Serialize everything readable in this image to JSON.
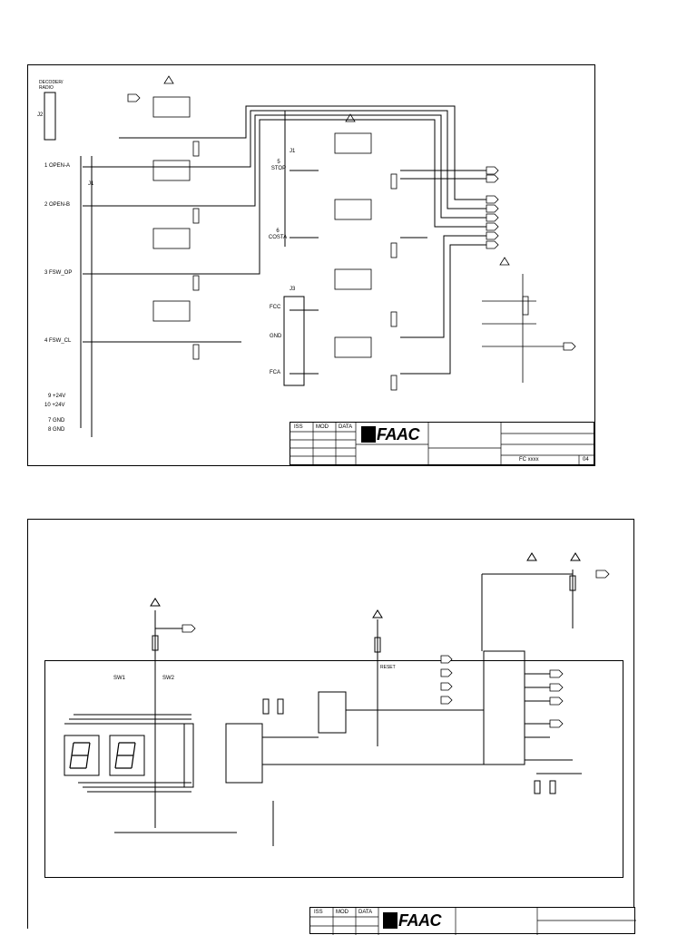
{
  "sheet1": {
    "connectors": {
      "j2": "J2",
      "j1": "J1",
      "j3": "J3",
      "decoder": "DECODER/ RADIO"
    },
    "inputs_left": [
      {
        "num": "1",
        "name": "OPEN-A"
      },
      {
        "num": "2",
        "name": "OPEN-B"
      },
      {
        "num": "3",
        "name": "FSW_OP"
      },
      {
        "num": "4",
        "name": "FSW_CL"
      }
    ],
    "inputs_right": [
      {
        "num": "5",
        "name": "STOP"
      },
      {
        "num": "6",
        "name": "COSTA"
      }
    ],
    "power_pins": [
      {
        "num": "9",
        "name": "+24V"
      },
      {
        "num": "10",
        "name": "+24V"
      },
      {
        "num": "7",
        "name": "GND"
      },
      {
        "num": "8",
        "name": "GND"
      }
    ],
    "limit_pins": [
      "FCC",
      "GND",
      "FCA"
    ],
    "title_block": {
      "iss": "ISS",
      "mod": "MOD",
      "data": "DATA",
      "brand": "FAAC",
      "drawing_code": "FC xxxx",
      "rev": "04"
    }
  },
  "sheet2": {
    "switches": [
      "SW1",
      "SW2"
    ],
    "labels": [
      "RESET"
    ],
    "title_block": {
      "iss": "ISS",
      "mod": "MOD",
      "data": "DATA",
      "brand": "FAAC"
    }
  },
  "colors": {
    "ink": "#000000",
    "paper": "#ffffff"
  }
}
